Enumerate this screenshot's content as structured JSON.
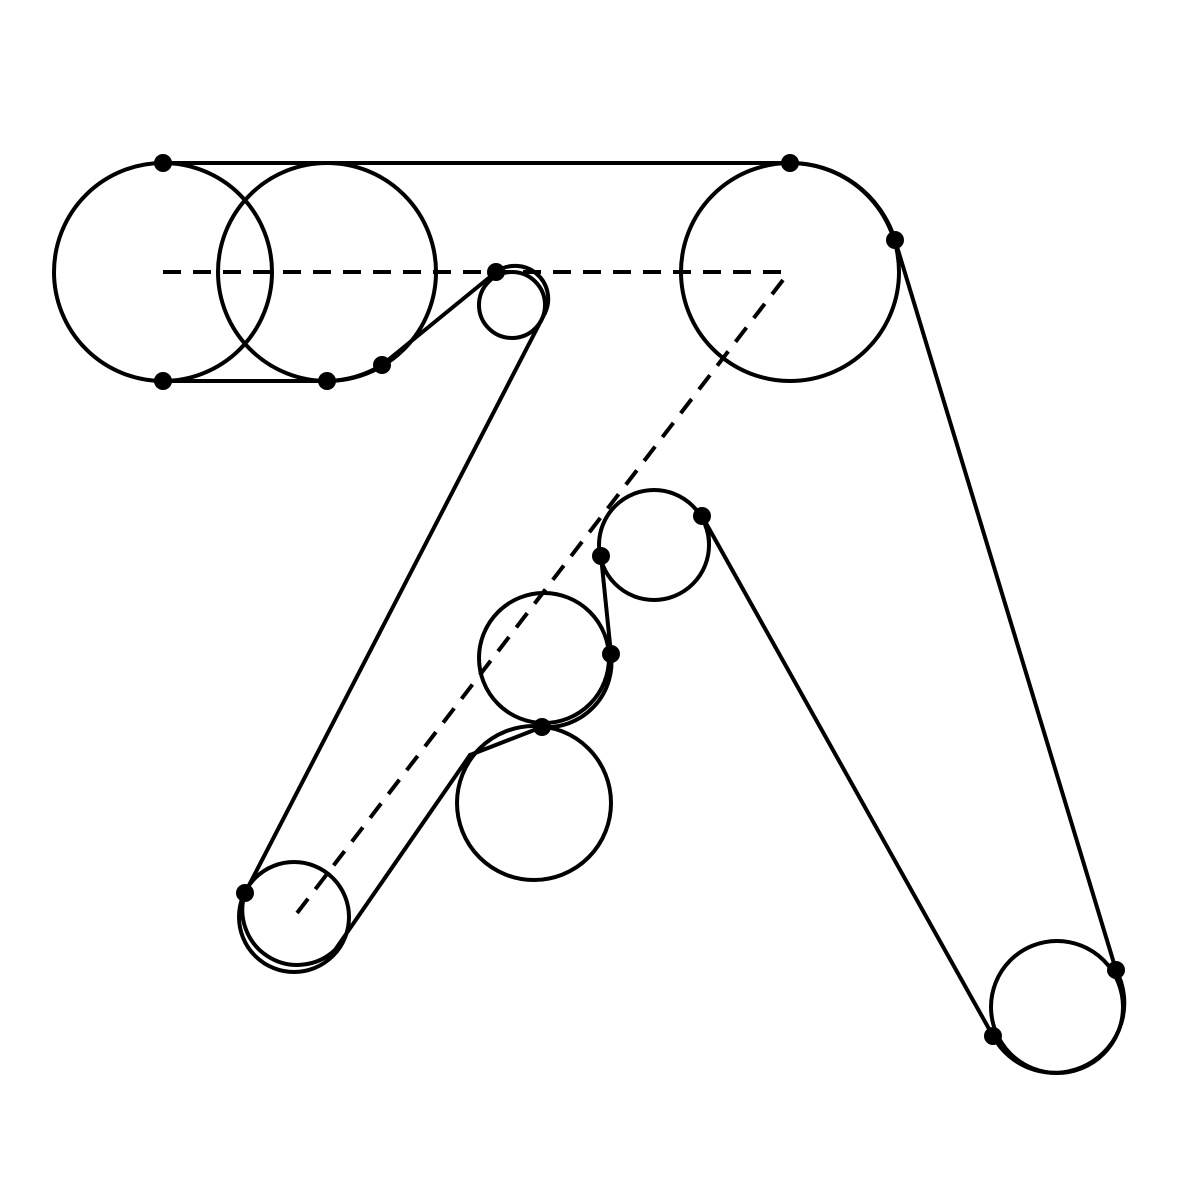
{
  "diagram": {
    "type": "belt-and-pulley drawing",
    "colors": {
      "stroke": "#000000",
      "background": "#ffffff"
    },
    "pulley_count": 10,
    "contact_point_count": 15,
    "guide_line_style": "dashed",
    "belt_line_style": "solid"
  }
}
